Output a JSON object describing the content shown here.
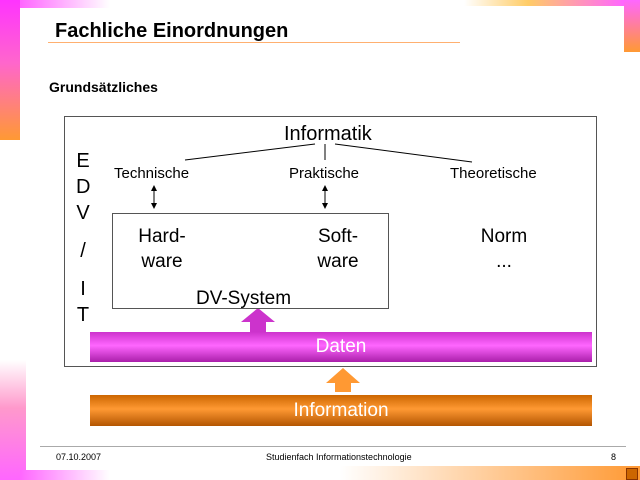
{
  "slide": {
    "title": "Fachliche Einordnungen",
    "section": "Grundsätzliches"
  },
  "diagram": {
    "vertical_label": [
      "E",
      "D",
      "V",
      "/",
      "I",
      "T"
    ],
    "root": "Informatik",
    "branches": [
      "Technische",
      "Praktische",
      "Theoretische"
    ],
    "hardware": [
      "Hard-",
      "ware"
    ],
    "software": [
      "Soft-",
      "ware"
    ],
    "norm": [
      "Norm",
      "..."
    ],
    "dv_system": "DV-System",
    "daten": "Daten",
    "information": "Information"
  },
  "footer": {
    "date": "07.10.2007",
    "center": "Studienfach Informationstechnologie",
    "page": "8"
  },
  "colors": {
    "daten_bar": "#ff66ff",
    "information_bar": "#ff9933",
    "title_rule": "#ffb070"
  }
}
